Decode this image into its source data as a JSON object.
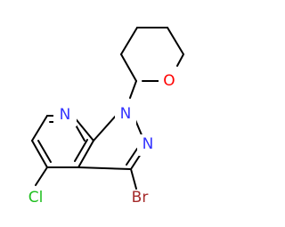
{
  "molecule": {
    "atoms": {
      "N_pyridine": "N",
      "N1": "N",
      "N2": "N",
      "O": "O",
      "Br": "Br",
      "Cl": "Cl"
    }
  },
  "colors": {
    "bond": "#000000",
    "nitrogen": "#3333ff",
    "oxygen": "#ff0000",
    "bromine": "#a52a2a",
    "chlorine": "#1fbf1f",
    "background": "#ffffff"
  }
}
